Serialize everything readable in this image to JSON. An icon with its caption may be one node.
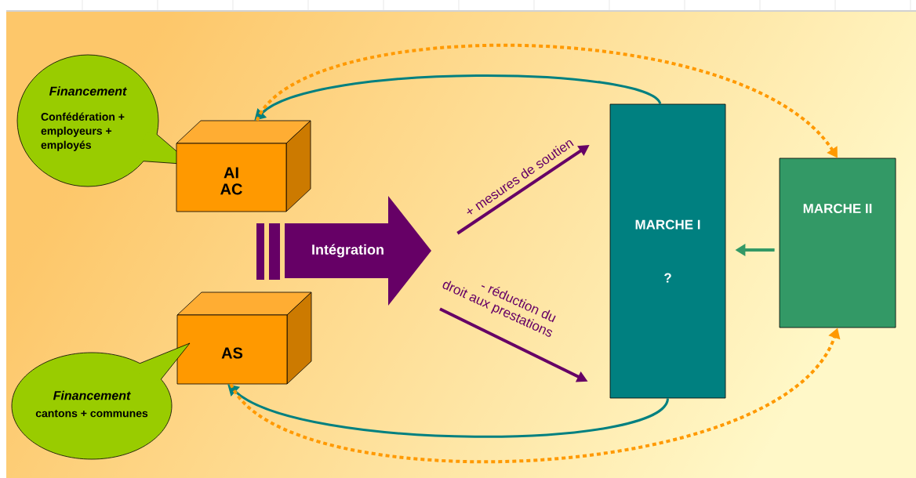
{
  "diagram": {
    "nodes": [
      {
        "text": [
          "Financement",
          "Confédération + employeurs + employés"
        ]
      },
      {
        "text": [
          "AI AC"
        ]
      },
      {
        "text": [
          "AS"
        ]
      },
      {
        "text": [
          "Financement",
          "cantons + communes"
        ]
      },
      {
        "text": [
          "Intégration"
        ]
      },
      {
        "text": [
          "MARCHE I",
          "?"
        ]
      },
      {
        "text": [
          "MARCHE II"
        ]
      }
    ],
    "edges": [
      {
        "from": 5,
        "to": 1,
        "arrow": "to",
        "color": "#008080"
      },
      {
        "from": 5,
        "to": 2,
        "arrow": "to",
        "color": "#008080"
      },
      {
        "from": 1,
        "to": 6,
        "arrow": "to",
        "style": "dashed",
        "color": "#ff9900"
      },
      {
        "from": 2,
        "to": 6,
        "arrow": "to",
        "style": "dashed",
        "color": "#ff9900"
      },
      {
        "from": 4,
        "to": 5,
        "arrow": "to",
        "label": "+ mesures de soutien",
        "color": "#660066"
      },
      {
        "from": 4,
        "to": 5,
        "arrow": "to",
        "label": "- réduction du droit aux prestations",
        "color": "#660066"
      },
      {
        "from": 6,
        "to": 5,
        "arrow": "to",
        "color": "#339966"
      }
    ]
  }
}
